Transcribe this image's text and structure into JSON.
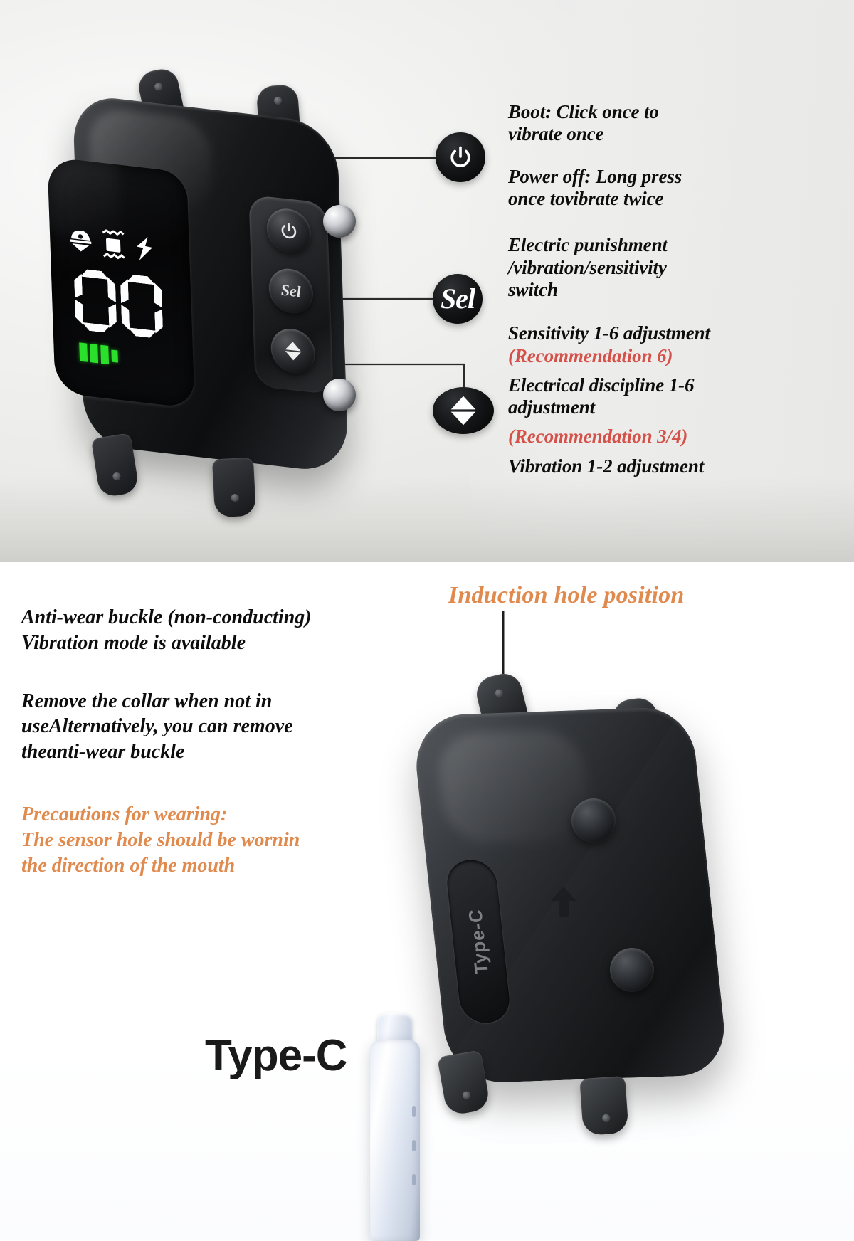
{
  "section1": {
    "device": {
      "display": {
        "icons": [
          "beep-icon",
          "vibration-icon",
          "shock-icon"
        ],
        "digits": "00",
        "battery_bars": 4
      },
      "buttons": [
        {
          "name": "power-button",
          "glyph": "power-icon"
        },
        {
          "name": "sel-button",
          "glyph": "Sel"
        },
        {
          "name": "adjust-button",
          "glyph": "diamond-icon"
        }
      ]
    },
    "callouts": [
      {
        "badge": "power-icon",
        "badge_label": "",
        "lines": [
          {
            "text": "Boot: Click once to",
            "color": "#0d0d0d"
          },
          {
            "text": "vibrate once",
            "color": "#0d0d0d"
          }
        ]
      },
      {
        "badge": "power-off",
        "badge_label": "",
        "lines": [
          {
            "text": "Power off: Long press",
            "color": "#0d0d0d"
          },
          {
            "text": "once tovibrate twice",
            "color": "#0d0d0d"
          }
        ]
      },
      {
        "badge": "sel-icon",
        "badge_label": "Sel",
        "lines": [
          {
            "text": "Electric punishment",
            "color": "#0d0d0d"
          },
          {
            "text": "/vibration/sensitivity",
            "color": "#0d0d0d"
          },
          {
            "text": "switch",
            "color": "#0d0d0d"
          }
        ]
      },
      {
        "badge": "diamond-icon",
        "badge_label": "",
        "lines": [
          {
            "text": "Sensitivity 1-6 adjustment",
            "color": "#0d0d0d"
          },
          {
            "text": "(Recommendation 6)",
            "color": "#d4524a"
          },
          {
            "text": "Electrical discipline 1-6",
            "color": "#0d0d0d"
          },
          {
            "text": "adjustment",
            "color": "#0d0d0d"
          },
          {
            "text": "(Recommendation 3/4)",
            "color": "#d4524a"
          },
          {
            "text": "Vibration 1-2 adjustment",
            "color": "#0d0d0d"
          }
        ]
      }
    ],
    "text": {
      "l1": "Boot: Click once to",
      "l2": "vibrate once",
      "l3": "Power off: Long press",
      "l4": "once tovibrate twice",
      "l5": "Electric punishment",
      "l6": "/vibration/sensitivity",
      "l7": "switch",
      "l8": "Sensitivity 1-6 adjustment",
      "l9": "(Recommendation 6)",
      "l10": "Electrical discipline 1-6",
      "l11": "adjustment",
      "l12": "(Recommendation 3/4)",
      "l13": "Vibration 1-2 adjustment",
      "sel_badge": "Sel"
    }
  },
  "section2": {
    "heading": "Induction hole position",
    "paragraphs": {
      "p1a": "Anti-wear buckle (non-conducting)",
      "p1b": "Vibration mode is available",
      "p2a": "Remove the collar when not in",
      "p2b": "useAlternatively, you can remove",
      "p2c": "theanti-wear buckle",
      "p3a": "Precautions for wearing:",
      "p3b": "The sensor hole should be wornin",
      "p3c": "the direction of the mouth"
    },
    "port_label": "Type-C",
    "connector_label": "Type-C"
  },
  "colors": {
    "red": "#d4524a",
    "orange": "#e08a4e",
    "black": "#0d0d0d",
    "battery_green": "#2ae02a"
  }
}
